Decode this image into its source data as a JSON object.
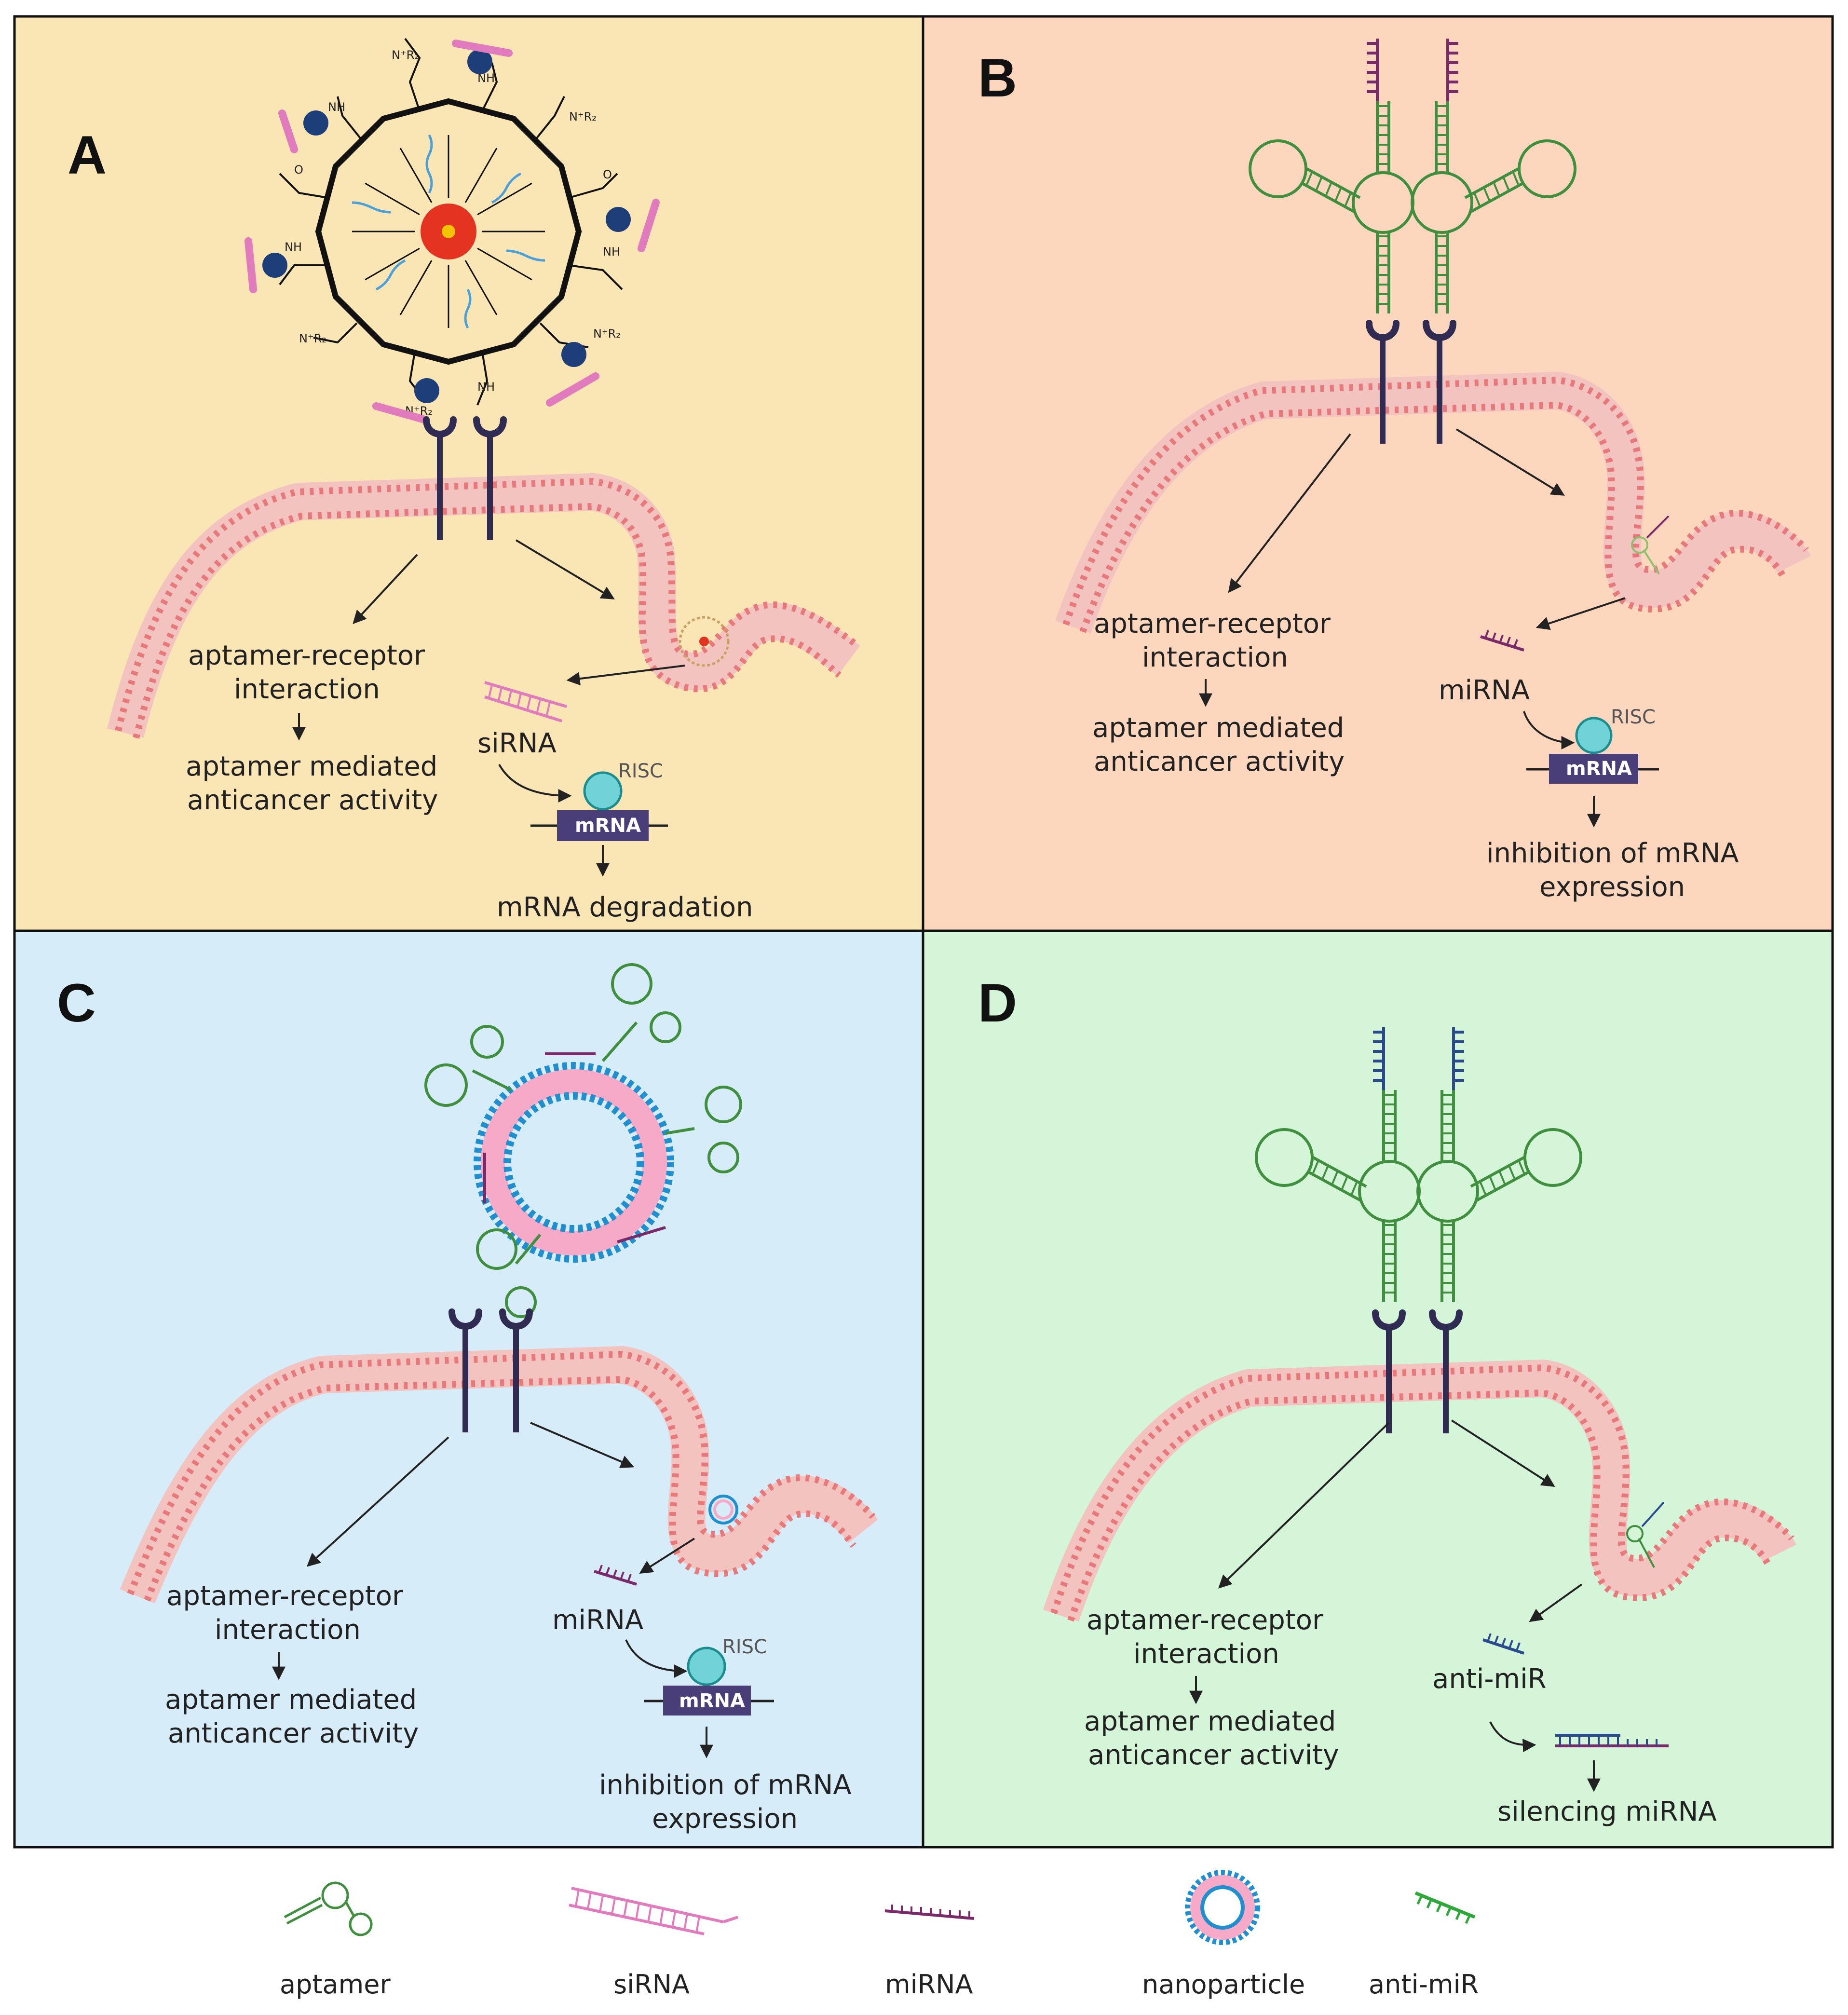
{
  "colors": {
    "panel_a_bg": "#fae5b5",
    "panel_b_bg": "#fcd6bd",
    "panel_c_bg": "#d6ecf8",
    "panel_d_bg": "#d5f5d9",
    "membrane": "#e8787a",
    "membrane_tail": "#f3c3c0",
    "receptor": "#2f2b52",
    "aptamer": "#3f8f3f",
    "sirna": "#e27bbd",
    "mirna": "#7a2a6a",
    "antimir": "#2a4a8f",
    "mrna_box": "#4a3e78",
    "risc": "#6fd3d8",
    "nanoparticle_blue": "#1f8fd0",
    "nanoparticle_pink": "#f7aac8",
    "core_red": "#e53322",
    "core_yellow": "#f5c400"
  },
  "panels": {
    "a": {
      "letter": "A",
      "label_1": "aptamer-receptor",
      "label_2": "interaction",
      "label_3": "aptamer mediated",
      "label_4": "anticancer activity",
      "cargo": "siRNA",
      "risc": "RISC",
      "mrna": "mRNA",
      "result_1": "mRNA degradation",
      "result_2": ""
    },
    "b": {
      "letter": "B",
      "label_1": "aptamer-receptor",
      "label_2": "interaction",
      "label_3": "aptamer mediated",
      "label_4": "anticancer activity",
      "cargo": "miRNA",
      "risc": "RISC",
      "mrna": "mRNA",
      "result_1": "inhibition of mRNA",
      "result_2": "expression"
    },
    "c": {
      "letter": "C",
      "label_1": "aptamer-receptor",
      "label_2": "interaction",
      "label_3": "aptamer mediated",
      "label_4": "anticancer activity",
      "cargo": "miRNA",
      "risc": "RISC",
      "mrna": "mRNA",
      "result_1": "inhibition of mRNA",
      "result_2": "expression"
    },
    "d": {
      "letter": "D",
      "label_1": "aptamer-receptor",
      "label_2": "interaction",
      "label_3": "aptamer mediated",
      "label_4": "anticancer activity",
      "cargo": "anti-miR",
      "result_1": "silencing miRNA"
    }
  },
  "chem_labels": {
    "nh": "NH",
    "o": "O",
    "nr": "N⁺R₂"
  },
  "legend": [
    {
      "icon": "aptamer-icon",
      "label": "aptamer"
    },
    {
      "icon": "sirna-icon",
      "label": "siRNA"
    },
    {
      "icon": "mirna-icon",
      "label": "miRNA"
    },
    {
      "icon": "nanoparticle-icon",
      "label": "nanoparticle"
    },
    {
      "icon": "anti-mir-icon",
      "label": "anti-miR"
    }
  ]
}
